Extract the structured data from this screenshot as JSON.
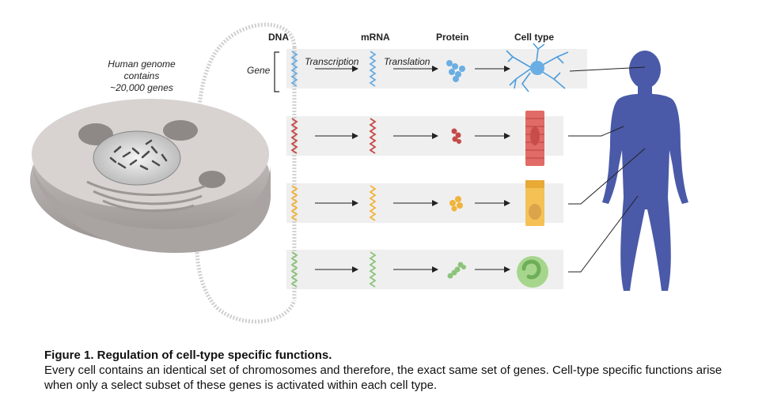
{
  "headers": {
    "dna": "DNA",
    "mrna": "mRNA",
    "protein": "Protein",
    "cell_type": "Cell type"
  },
  "genome_note": [
    "Human genome",
    "contains",
    "~20,000 genes"
  ],
  "gene_label": "Gene",
  "step_labels": {
    "transcription": "Transcription",
    "translation": "Translation"
  },
  "rows": [
    {
      "color": "#6aaee3",
      "cell": "neuron"
    },
    {
      "color": "#c44a48",
      "cell": "muscle-cell"
    },
    {
      "color": "#f0b43c",
      "cell": "epithelial-cell"
    },
    {
      "color": "#8cc47a",
      "cell": "white-blood-cell"
    }
  ],
  "colors": {
    "human_body": "#4a5aa8",
    "row_band": "#eeeeee",
    "cell_body": "#d9d4d2",
    "cell_shadow": "#a8a2a0",
    "chromosome_loop": "#cfcfcf"
  },
  "caption": {
    "title": "Figure 1. Regulation of cell-type specific functions.",
    "body": "Every cell contains an identical set of chromosomes and therefore, the exact same set of genes. Cell-type specific functions arise when only a select subset of these genes is activated within each cell type."
  }
}
